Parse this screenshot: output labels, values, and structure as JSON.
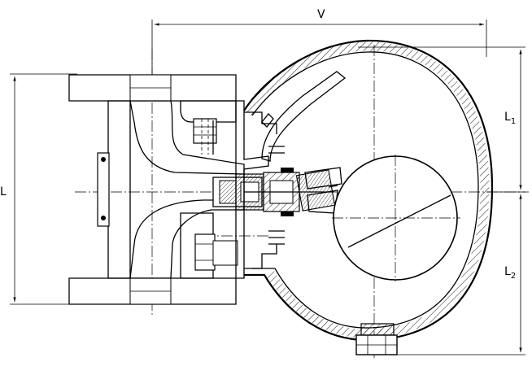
{
  "drawing": {
    "subject": "",
    "dimensions": {
      "V": "V",
      "L": "L",
      "L1": {
        "main": "L",
        "sub": "1"
      },
      "L2": {
        "main": "L",
        "sub": "2"
      }
    }
  },
  "colors": {
    "line": "#000000",
    "background": "#ffffff"
  }
}
